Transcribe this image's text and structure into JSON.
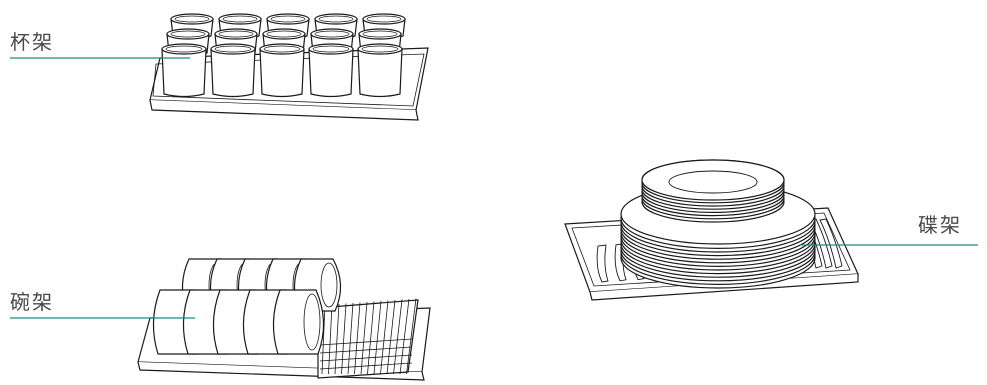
{
  "labels": {
    "cup_rack": "杯架",
    "bowl_rack": "碗架",
    "plate_rack": "碟架"
  },
  "colors": {
    "leader_line": "#1a8a8a",
    "text": "#4a4a4a",
    "outline": "#1a1a1a"
  }
}
